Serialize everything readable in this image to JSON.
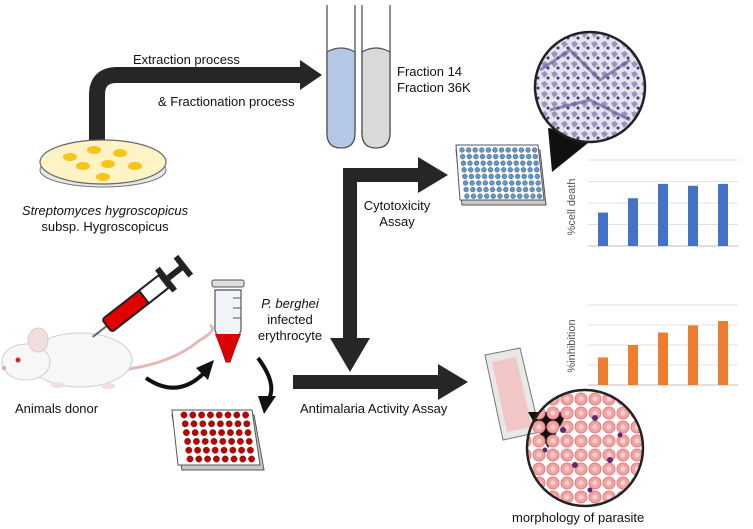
{
  "labels": {
    "extraction": "Extraction process",
    "fractionation": "& Fractionation process",
    "fraction1": "Fraction 14",
    "fraction2": "Fraction 36K",
    "organism_line1": "Streptomyces hygroscopicus",
    "organism_line2": "subsp. Hygroscopicus",
    "cytotoxicity_line1": "Cytotoxicity",
    "cytotoxicity_line2": "Assay",
    "parasite_italic": "P. berghei",
    "parasite_line2": "infected",
    "parasite_line3": "erythrocyte",
    "animals_donor": "Animals donor",
    "antimalaria_assay": "Antimalaria Activity Assay",
    "morphology": "morphology of parasite"
  },
  "colors": {
    "arrow": "#262626",
    "blue_bar": "#4472c4",
    "orange_bar": "#ed7d31",
    "tube_blue": "#b4c7e7",
    "tube_gray": "#d9d9d9",
    "petri": "#fdf3c4",
    "colony": "#f5c518",
    "syringe": "#e00000",
    "wells_red": "#c00000",
    "wells_blue": "#5b9bd5",
    "rbc": "#f4a3a3"
  },
  "icons": {
    "petri_dish": "petri-dish-icon",
    "test_tubes": "test-tube-icon",
    "microplate": "microplate-icon",
    "mouse": "mouse-icon",
    "syringe": "syringe-icon",
    "centrifuge_tube": "centrifuge-tube-icon",
    "slide": "blood-smear-slide-icon",
    "micrograph": "microscope-view-icon"
  },
  "chart_data": [
    {
      "type": "bar",
      "ylabel": "%cell death",
      "categories": [
        "",
        "",
        "",
        "",
        ""
      ],
      "values": [
        35,
        50,
        65,
        63,
        65
      ],
      "ylim": [
        0,
        90
      ],
      "grid": true,
      "color": "#4472c4"
    },
    {
      "type": "bar",
      "ylabel": "%inhibition",
      "categories": [
        "",
        "",
        "",
        "",
        ""
      ],
      "values": [
        31,
        45,
        59,
        67,
        72
      ],
      "ylim": [
        0,
        90
      ],
      "grid": true,
      "color": "#ed7d31"
    }
  ]
}
